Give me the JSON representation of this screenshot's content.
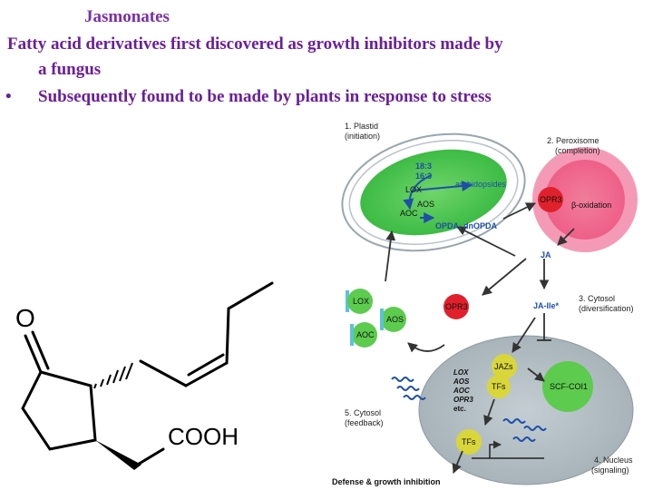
{
  "slide": {
    "title": "Jasmonates",
    "line1": "Fatty acid derivatives first discovered as growth inhibitors made by",
    "line2": "a fungus",
    "bullet": "•",
    "line3": "Subsequently found to be made by plants in response to stress"
  },
  "structure": {
    "oxygen": "O",
    "acid": "COOH"
  },
  "pathway": {
    "plastid": "1. Plastid",
    "plastid_sub": "(initiation)",
    "perox": "2. Peroxisome",
    "perox_sub": "(completion)",
    "cytosol": "3. Cytosol",
    "cytosol_sub": "(diversification)",
    "nucleus": "4. Nucleus",
    "nucleus_sub": "(signaling)",
    "cytosol5": "5. Cytosol",
    "cytosol5_sub": "(feedback)",
    "fa1": "18:3",
    "fa2": "16:3",
    "arab": "arabidopsides",
    "lox": "LOX",
    "aos": "AOS",
    "aoc": "AOC",
    "opda": "OPDA, dnOPDA",
    "opr3": "OPR3",
    "beta": "β-oxidation",
    "ja": "JA",
    "jaile": "JA-Ile*",
    "lox2": "LOX",
    "aos2": "AOS",
    "aoc2": "AOC",
    "opr3b": "OPR3",
    "jazs": "JAZs",
    "tfs": "TFs",
    "scf": "SCF-COI1",
    "genes": [
      "LOX",
      "AOS",
      "AOC",
      "OPR3",
      "etc."
    ],
    "tfs2": "TFs",
    "defense": "Defense & growth inhibition"
  }
}
